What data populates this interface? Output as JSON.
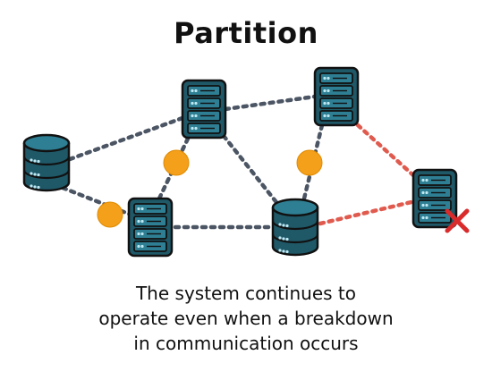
{
  "title": "Partition",
  "caption": {
    "line1": "The system continues to",
    "line2": "operate even when a breakdown",
    "line3": "in communication occurs"
  },
  "colors": {
    "link": "#4b5563",
    "broken_link": "#e05a4e",
    "partition_dot": "#f5a01a",
    "server_fill": "#1f5968",
    "server_light": "#2e7f93",
    "fail_mark": "#d92b2b"
  },
  "icons": {
    "rack_server": "server-rack-icon",
    "database": "database-icon",
    "failure": "x-mark-icon",
    "partition": "partition-dot-icon"
  }
}
